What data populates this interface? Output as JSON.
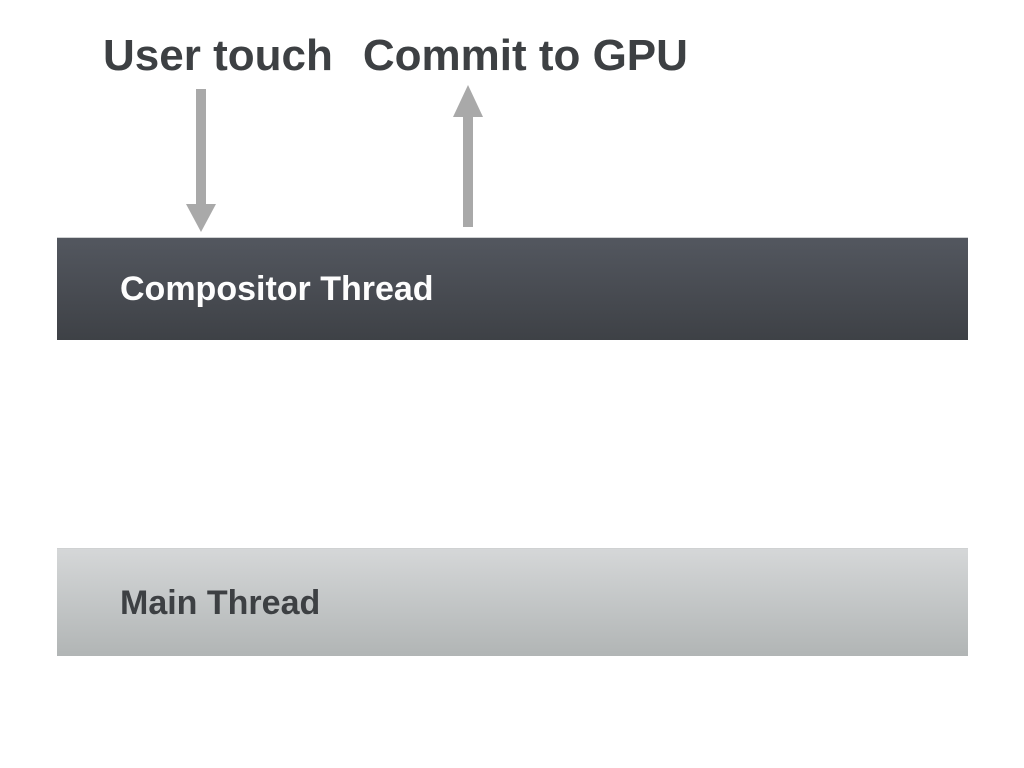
{
  "diagram": {
    "annotations": {
      "user_touch": "User touch",
      "commit_to_gpu": "Commit to GPU"
    },
    "arrows": [
      {
        "name": "user-touch-arrow",
        "direction": "down",
        "from": "User touch",
        "to": "Compositor Thread"
      },
      {
        "name": "commit-to-gpu-arrow",
        "direction": "up",
        "from": "Compositor Thread",
        "to": "Commit to GPU"
      }
    ],
    "bars": [
      {
        "label": "Compositor Thread"
      },
      {
        "label": "Main Thread"
      }
    ]
  },
  "colors": {
    "background": "#ffffff",
    "text-dark": "#3d4043",
    "text-light": "#fdfdfd",
    "arrow-gray": "#a9a9a9",
    "compositor-top": "#53575f",
    "compositor-bottom": "#3e4146",
    "main-top": "#d5d7d8",
    "main-bottom": "#b1b5b5"
  }
}
